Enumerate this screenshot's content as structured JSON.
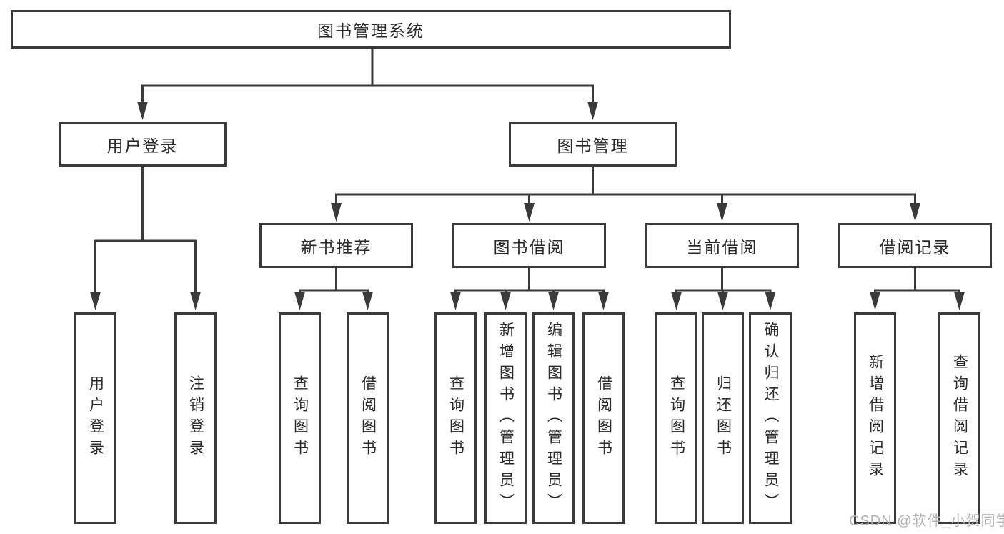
{
  "colors": {
    "line": "#3a3a3a",
    "text": "#2a2a2a",
    "watermark": "#b3b3b3",
    "background": "#ffffff"
  },
  "watermark": "CSDN @软件_小贺同学",
  "tree": {
    "label": "图书管理系统",
    "children": [
      {
        "label": "用户登录",
        "children": [
          {
            "label": "用户登录"
          },
          {
            "label": "注销登录"
          }
        ]
      },
      {
        "label": "图书管理",
        "children": [
          {
            "label": "新书推荐",
            "children": [
              {
                "label": "查询图书"
              },
              {
                "label": "借阅图书"
              }
            ]
          },
          {
            "label": "图书借阅",
            "children": [
              {
                "label": "查询图书"
              },
              {
                "label": "新增图书（管理员）"
              },
              {
                "label": "编辑图书（管理员）"
              },
              {
                "label": "借阅图书"
              }
            ]
          },
          {
            "label": "当前借阅",
            "children": [
              {
                "label": "查询图书"
              },
              {
                "label": "归还图书"
              },
              {
                "label": "确认归还（管理员）"
              }
            ]
          },
          {
            "label": "借阅记录",
            "children": [
              {
                "label": "新增借阅记录"
              },
              {
                "label": "查询借阅记录"
              }
            ]
          }
        ]
      }
    ]
  }
}
